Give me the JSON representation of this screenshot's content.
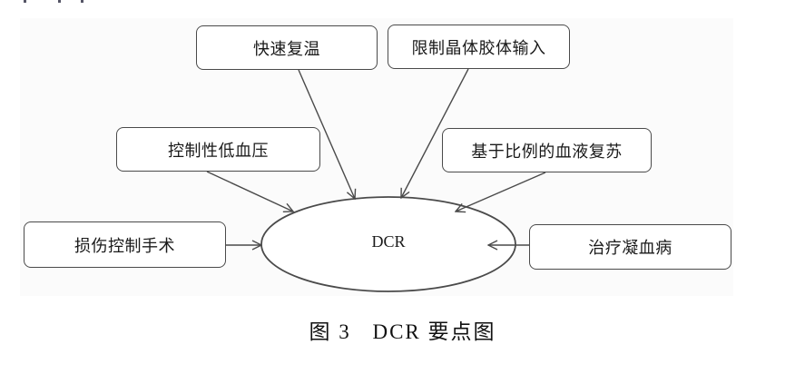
{
  "figure": {
    "caption_number": "图 3",
    "caption_title": "DCR 要点图"
  },
  "center_node": {
    "label": "DCR"
  },
  "nodes": [
    {
      "id": "rapid-rewarming",
      "label": "快速复温"
    },
    {
      "id": "limit-crystalloid-colloid",
      "label": "限制晶体胶体输入"
    },
    {
      "id": "controlled-hypotension",
      "label": "控制性低血压"
    },
    {
      "id": "ratio-based-resuscitation",
      "label": "基于比例的血液复苏"
    },
    {
      "id": "damage-control-surgery",
      "label": "损伤控制手术"
    },
    {
      "id": "treat-coagulopathy",
      "label": "治疗凝血病"
    }
  ],
  "edges": [
    {
      "from": "rapid-rewarming",
      "to": "DCR"
    },
    {
      "from": "limit-crystalloid-colloid",
      "to": "DCR"
    },
    {
      "from": "controlled-hypotension",
      "to": "DCR"
    },
    {
      "from": "ratio-based-resuscitation",
      "to": "DCR"
    },
    {
      "from": "damage-control-surgery",
      "to": "DCR"
    },
    {
      "from": "treat-coagulopathy",
      "to": "DCR"
    }
  ],
  "colors": {
    "stroke": "#4a4a4a",
    "background": "#fbfbfb",
    "text": "#1a1a1a"
  }
}
